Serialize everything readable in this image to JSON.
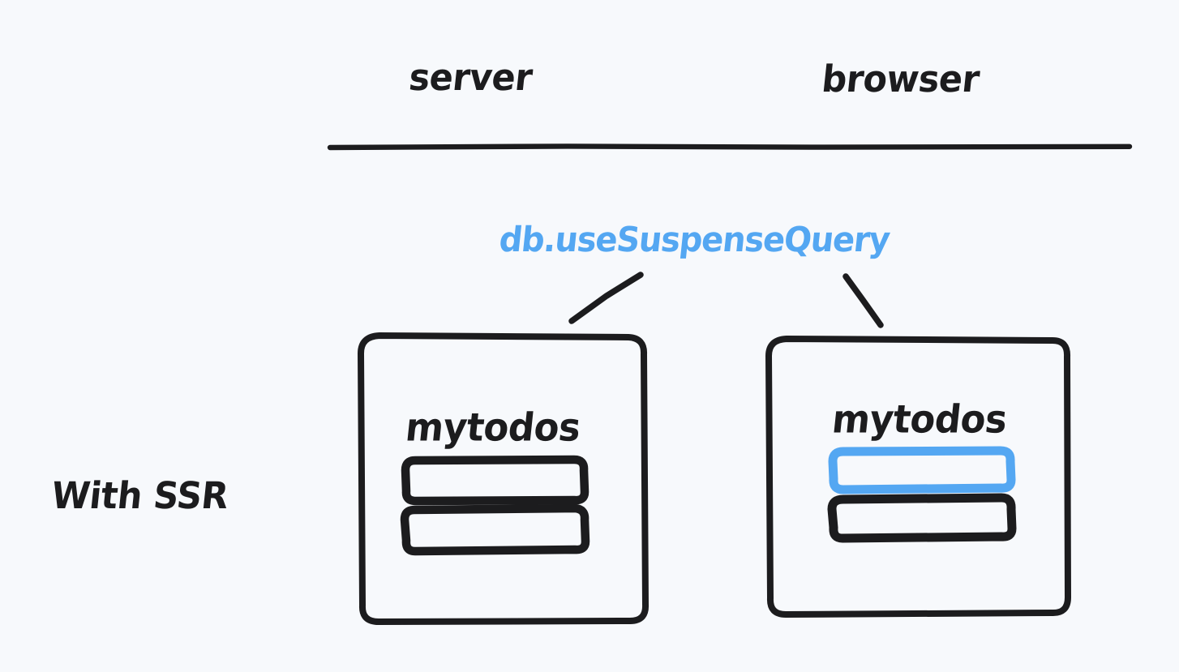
{
  "diagram": {
    "title_note": "with-ssr-hydration-diagram",
    "background_color": "#f7f9fc",
    "ink_color": "#1c1c1e",
    "accent_color": "#54a7f2",
    "row_label": "With SSR",
    "columns": [
      {
        "id": "server",
        "label": "server"
      },
      {
        "id": "browser",
        "label": "browser"
      }
    ],
    "divider": {
      "present": true
    },
    "annotation": {
      "label": "db.useSuspenseQuery",
      "color": "#54a7f2",
      "connectors": 2
    },
    "cards": [
      {
        "id": "server-card",
        "column": "server",
        "title": "mytodos",
        "border_color": "#1c1c1e",
        "items": [
          {
            "id": "server-todo-1",
            "color": "#1c1c1e",
            "highlighted": false
          },
          {
            "id": "server-todo-2",
            "color": "#1c1c1e",
            "highlighted": false
          }
        ]
      },
      {
        "id": "browser-card",
        "column": "browser",
        "title": "mytodos",
        "border_color": "#1c1c1e",
        "items": [
          {
            "id": "browser-todo-1",
            "color": "#54a7f2",
            "highlighted": true
          },
          {
            "id": "browser-todo-2",
            "color": "#1c1c1e",
            "highlighted": false
          }
        ]
      }
    ]
  }
}
